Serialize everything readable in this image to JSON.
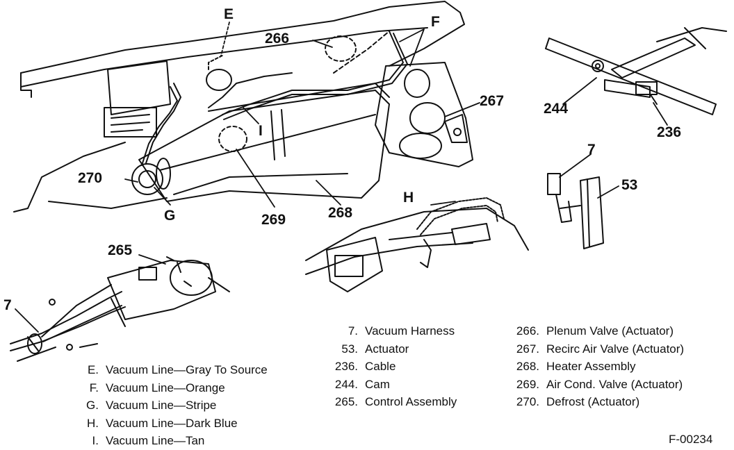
{
  "callouts": {
    "E": "E",
    "F": "F",
    "G": "G",
    "H": "H",
    "I": "I",
    "c7a": "7",
    "c7b": "7",
    "c53": "53",
    "c236": "236",
    "c244": "244",
    "c265": "265",
    "c266": "266",
    "c267": "267",
    "c268": "268",
    "c269": "269",
    "c270": "270"
  },
  "legend_left": [
    {
      "key": "E.",
      "text": "Vacuum Line—Gray To Source"
    },
    {
      "key": "F.",
      "text": "Vacuum Line—Orange"
    },
    {
      "key": "G.",
      "text": "Vacuum Line—Stripe"
    },
    {
      "key": "H.",
      "text": "Vacuum Line—Dark Blue"
    },
    {
      "key": "I.",
      "text": "Vacuum Line—Tan"
    }
  ],
  "legend_middle": [
    {
      "key": "7.",
      "text": "Vacuum Harness"
    },
    {
      "key": "53.",
      "text": "Actuator"
    },
    {
      "key": "236.",
      "text": "Cable"
    },
    {
      "key": "244.",
      "text": "Cam"
    },
    {
      "key": "265.",
      "text": "Control Assembly"
    }
  ],
  "legend_right": [
    {
      "key": "266.",
      "text": "Plenum Valve (Actuator)"
    },
    {
      "key": "267.",
      "text": "Recirc Air Valve (Actuator)"
    },
    {
      "key": "268.",
      "text": "Heater Assembly"
    },
    {
      "key": "269.",
      "text": "Air Cond. Valve (Actuator)"
    },
    {
      "key": "270.",
      "text": "Defrost (Actuator)"
    }
  ],
  "figure_id": "F-00234"
}
